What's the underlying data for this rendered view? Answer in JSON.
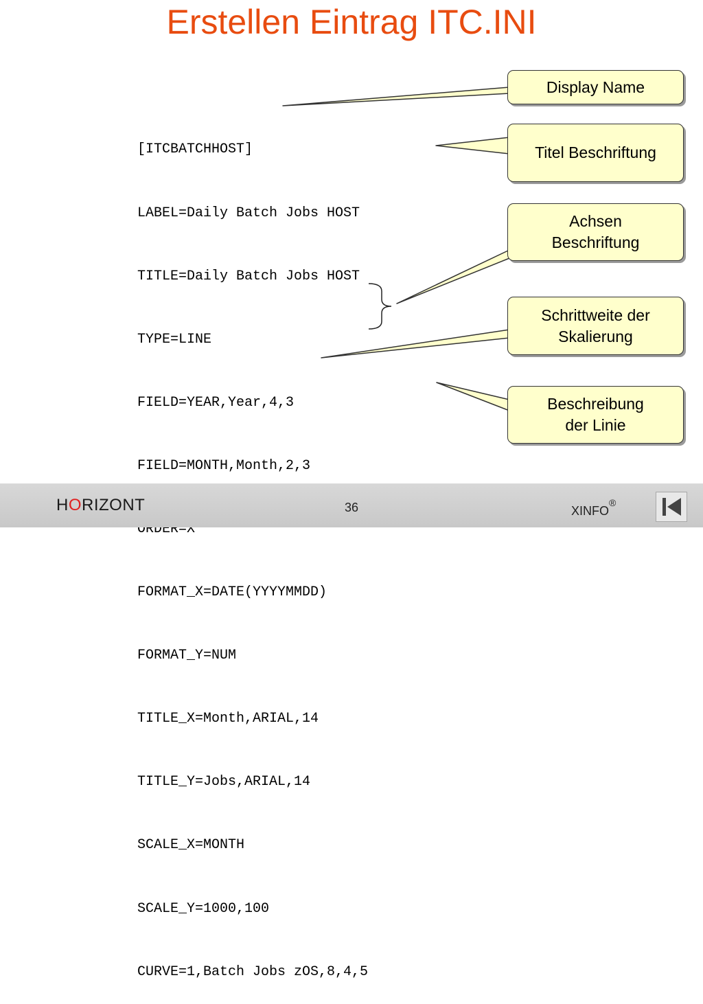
{
  "slide": {
    "title": "Erstellen Eintrag ITC.INI"
  },
  "code_lines": [
    "[ITCBATCHHOST]",
    "LABEL=Daily Batch Jobs HOST",
    "TITLE=Daily Batch Jobs HOST",
    "TYPE=LINE",
    "FIELD=YEAR,Year,4,3",
    "FIELD=MONTH,Month,2,3",
    "ORDER=X",
    "FORMAT_X=DATE(YYYYMMDD)",
    "FORMAT_Y=NUM",
    "TITLE_X=Month,ARIAL,14",
    "TITLE_Y=Jobs,ARIAL,14",
    "SCALE_X=MONTH",
    "SCALE_Y=1000,100",
    "CURVE=1,Batch Jobs zOS,8,4,5"
  ],
  "callouts": {
    "display_name": "Display Name",
    "titel": "Titel Beschriftung",
    "achsen_line1": "Achsen",
    "achsen_line2": "Beschriftung",
    "schritt_line1": "Schrittweite der",
    "schritt_line2": "Skalierung",
    "beschreibung_line1": "Beschreibung",
    "beschreibung_line2": "der Linie"
  },
  "footer": {
    "brand_h": "H",
    "brand_o": "O",
    "brand_rest": "RIZONT",
    "page_number": "36",
    "product": "XINFO",
    "registered": "®"
  },
  "colors": {
    "title": "#e84c10",
    "callout_fill": "#ffffcc",
    "brand_accent": "#e02020",
    "footer_bg": "#d0d0d0"
  },
  "icons": {
    "nav_button": "skip-to-start-icon"
  }
}
